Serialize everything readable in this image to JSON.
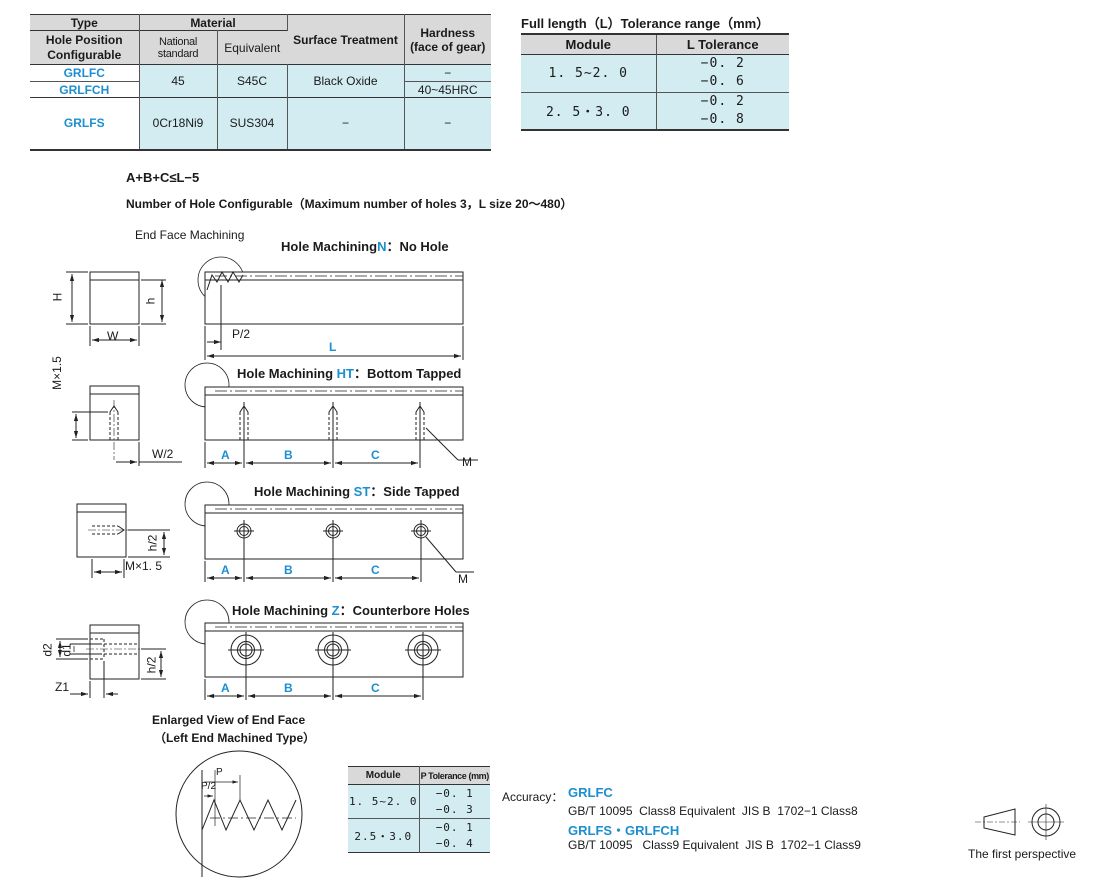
{
  "material_table": {
    "header": {
      "type": "Type",
      "hole_config": "Hole Position Configurable",
      "material": "Material",
      "national_standard": "National standard",
      "equivalent": "Equivalent",
      "surface_treatment": "Surface Treatment",
      "hardness": "Hardness",
      "hardness_sub": "(face of gear)"
    },
    "rows": {
      "grlfc": "GRLFC",
      "grlfch": "GRLFCH",
      "grlfs": "GRLFS",
      "steel_national": "45",
      "steel_equiv": "S45C",
      "steel_surface": "Black Oxide",
      "grlfc_hardness": "−",
      "grlfch_hardness": "40~45HRC",
      "ss_national": "0Cr18Ni9",
      "ss_equiv": "SUS304",
      "ss_surface": "−",
      "ss_hardness": "−"
    }
  },
  "length_tolerance": {
    "title": "Full length（L）Tolerance range（mm）",
    "col_module": "Module",
    "col_tol": "L Tolerance",
    "rows": [
      {
        "module": "1. 5~2. 0",
        "tol_a": "−0. 2",
        "tol_b": "−0. 6"
      },
      {
        "module": "2. 5・3. 0",
        "tol_a": "−0. 2",
        "tol_b": "−0. 8"
      }
    ]
  },
  "formula": "A+B+C≤L−5",
  "hole_note": "Number of Hole Configurable（Maximum number of holes 3，L size 20～480）",
  "drawings": {
    "end_face_label": "End Face Machining",
    "n_prefix": "Hole Machining",
    "n_code": "N",
    "n_suffix": "：No Hole",
    "ht_prefix": "Hole Machining ",
    "ht_code": "HT",
    "ht_suffix": "：Bottom Tapped",
    "st_prefix": "Hole Machining ",
    "st_code": "ST",
    "st_suffix": "：Side Tapped",
    "z_prefix": "Hole Machining ",
    "z_code": "Z",
    "z_suffix": "：Counterbore Holes",
    "dim_H": "H",
    "dim_h": "h",
    "dim_W": "W",
    "dim_P2": "P/2",
    "dim_L": "L",
    "dim_Mx15": "M×1.5",
    "dim_W2": "W/2",
    "dim_A": "A",
    "dim_B": "B",
    "dim_C": "C",
    "dim_M": "M",
    "dim_h2": "h/2",
    "dim_Mx15b": "M×1. 5",
    "dim_d2": "d2",
    "dim_d1": "d1",
    "dim_Z1": "Z1"
  },
  "enlarged": {
    "title": "Enlarged View of End Face",
    "subtitle": "（Left End Machined Type）",
    "P": "P",
    "P2": "P/2"
  },
  "p_tolerance": {
    "col_module": "Module",
    "col_tol": "P Tolerance (mm)",
    "rows": [
      {
        "module": "1. 5~2. 0",
        "tol_a": "−0. 1",
        "tol_b": "−0. 3"
      },
      {
        "module": "2.5・3.0",
        "tol_a": "−0. 1",
        "tol_b": "−0. 4"
      }
    ]
  },
  "accuracy": {
    "label": "Accuracy：",
    "grlfc": "GRLFC",
    "grlfc_spec": "GB/T 10095  Class8 Equivalent  JIS B  1702−1 Class8",
    "grlfs_grlfch": "GRLFS・GRLFCH",
    "grlfs_spec": "GB/T 10095   Class9 Equivalent  JIS B  1702−1 Class9"
  },
  "projection_label": "The first perspective",
  "colors": {
    "accent_blue": "#1b8fd0",
    "cell_blue": "#d2ecf1",
    "header_gray": "#d9d9d9"
  }
}
